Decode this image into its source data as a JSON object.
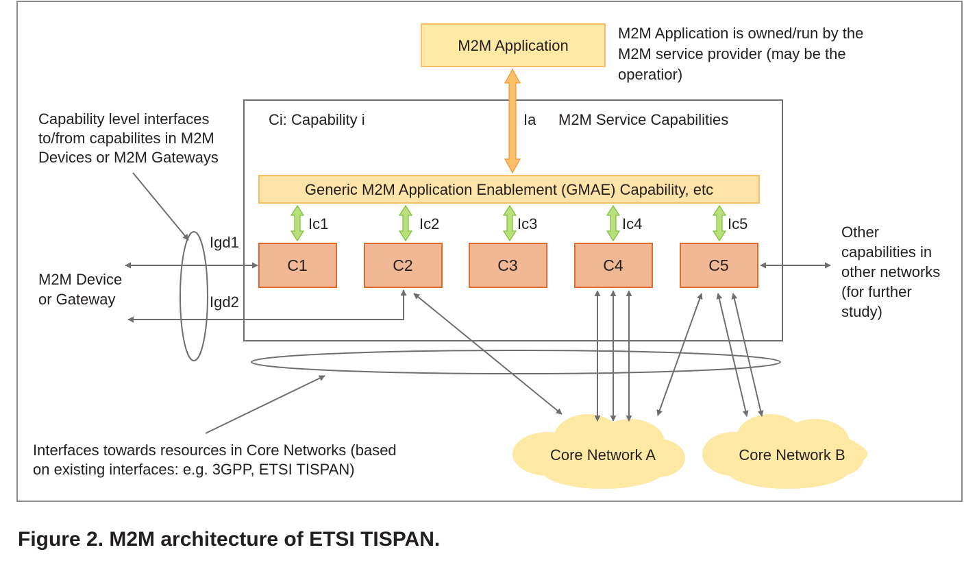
{
  "figure": {
    "caption": "Figure 2. M2M architecture of ETSI TISPAN."
  },
  "application": {
    "box_label": "M2M Application",
    "note_lines": [
      "M2M Application is owned/run by the",
      "M2M service provider (may be the",
      "operatior)"
    ]
  },
  "service_capabilities": {
    "title": "M2M Service Capabilities",
    "legend": "Ci: Capability i",
    "ia_label": "Ia",
    "gmae_label": "Generic M2M Application Enablement (GMAE) Capability, etc"
  },
  "capabilities": [
    {
      "label": "C1",
      "interface": "Ic1"
    },
    {
      "label": "C2",
      "interface": "Ic2"
    },
    {
      "label": "C3",
      "interface": "Ic3"
    },
    {
      "label": "C4",
      "interface": "Ic4"
    },
    {
      "label": "C5",
      "interface": "Ic5"
    }
  ],
  "left_annotation": {
    "lines": [
      "Capability level interfaces",
      "to/from capabilites in M2M",
      "Devices or M2M Gateways"
    ]
  },
  "interfaces": {
    "igd1": "Igd1",
    "igd2": "Igd2"
  },
  "device": {
    "lines": [
      "M2M Device",
      "or Gateway"
    ]
  },
  "other_capabilities": {
    "lines": [
      "Other",
      "capabilities in",
      "other networks",
      "(for further",
      "study)"
    ]
  },
  "core_annotation": {
    "lines": [
      "Interfaces towards resources in Core Networks (based",
      "on existing interfaces: e.g. 3GPP, ETSI TISPAN)"
    ]
  },
  "core_networks": [
    {
      "label": "Core Network A"
    },
    {
      "label": "Core Network B"
    }
  ],
  "colors": {
    "application_fill": "#fde9a4",
    "gmae_fill": "#fde3a8",
    "capability_fill": "#f0b895",
    "capability_stroke": "#e26b2c",
    "ia_arrow": "#f9be6a",
    "ic_arrow": "#b9e07a",
    "cloud_fill": "#fde8a4"
  }
}
